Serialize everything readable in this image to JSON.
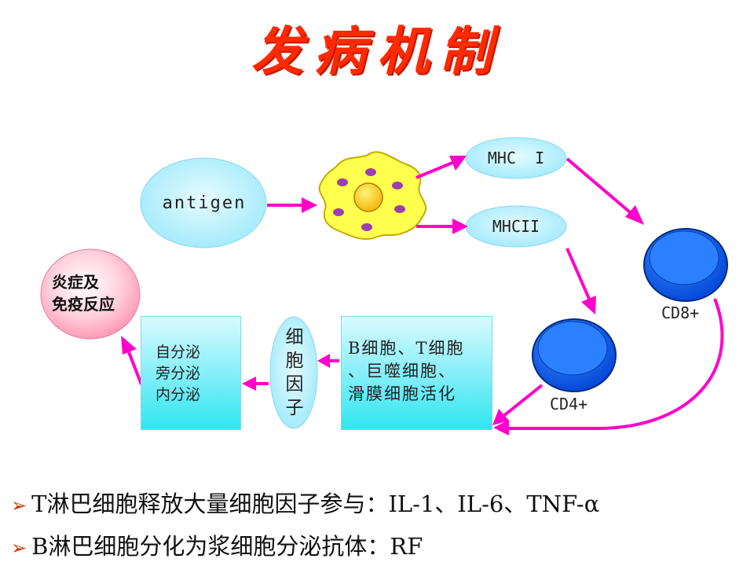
{
  "title": "发病机制",
  "diagram": {
    "antigen": "antigen",
    "mhc1": "MHC  I",
    "mhc2": "MHCII",
    "cd8": "CD8+",
    "cd4": "CD4+",
    "inflammation": [
      "炎症及",
      "免疫反应"
    ],
    "secretion": [
      "自分泌",
      "旁分泌",
      "内分泌"
    ],
    "cytokine": [
      "细",
      "胞",
      "因",
      "子"
    ],
    "activation": [
      "B细胞、T细胞",
      "、巨噬细胞、",
      "滑膜细胞活化"
    ],
    "colors": {
      "arrow": "#ff00cc",
      "cell_fill": "#1e73ff",
      "apc_fill": "#ffff55",
      "ellipse_fill": "#bff3ff",
      "inflammation_fill": "#ffb8c8"
    }
  },
  "bullets": [
    {
      "text": "T淋巴细胞释放大量细胞因子参与：IL-1、IL-6、TNF-α"
    },
    {
      "text": "B淋巴细胞分化为浆细胞分泌抗体：RF"
    }
  ],
  "icons": {
    "bullet": "arrowhead-bullet-icon"
  }
}
